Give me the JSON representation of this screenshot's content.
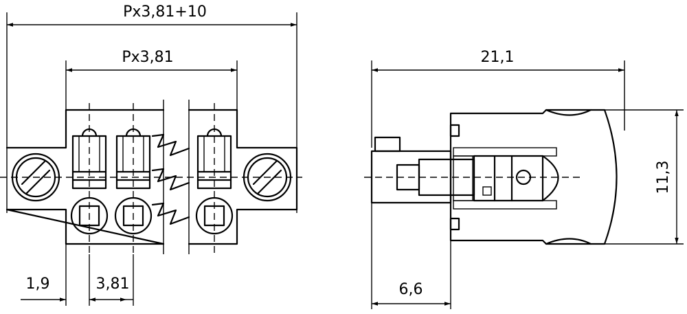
{
  "drawing": {
    "front_view": {
      "dim_total_width": "Px3,81+10",
      "dim_pitch_span": "Px3,81",
      "dim_edge_offset": "1,9",
      "dim_pitch": "3,81"
    },
    "side_view": {
      "dim_length": "21,1",
      "dim_height": "11,3",
      "dim_offset": "6,6"
    }
  }
}
